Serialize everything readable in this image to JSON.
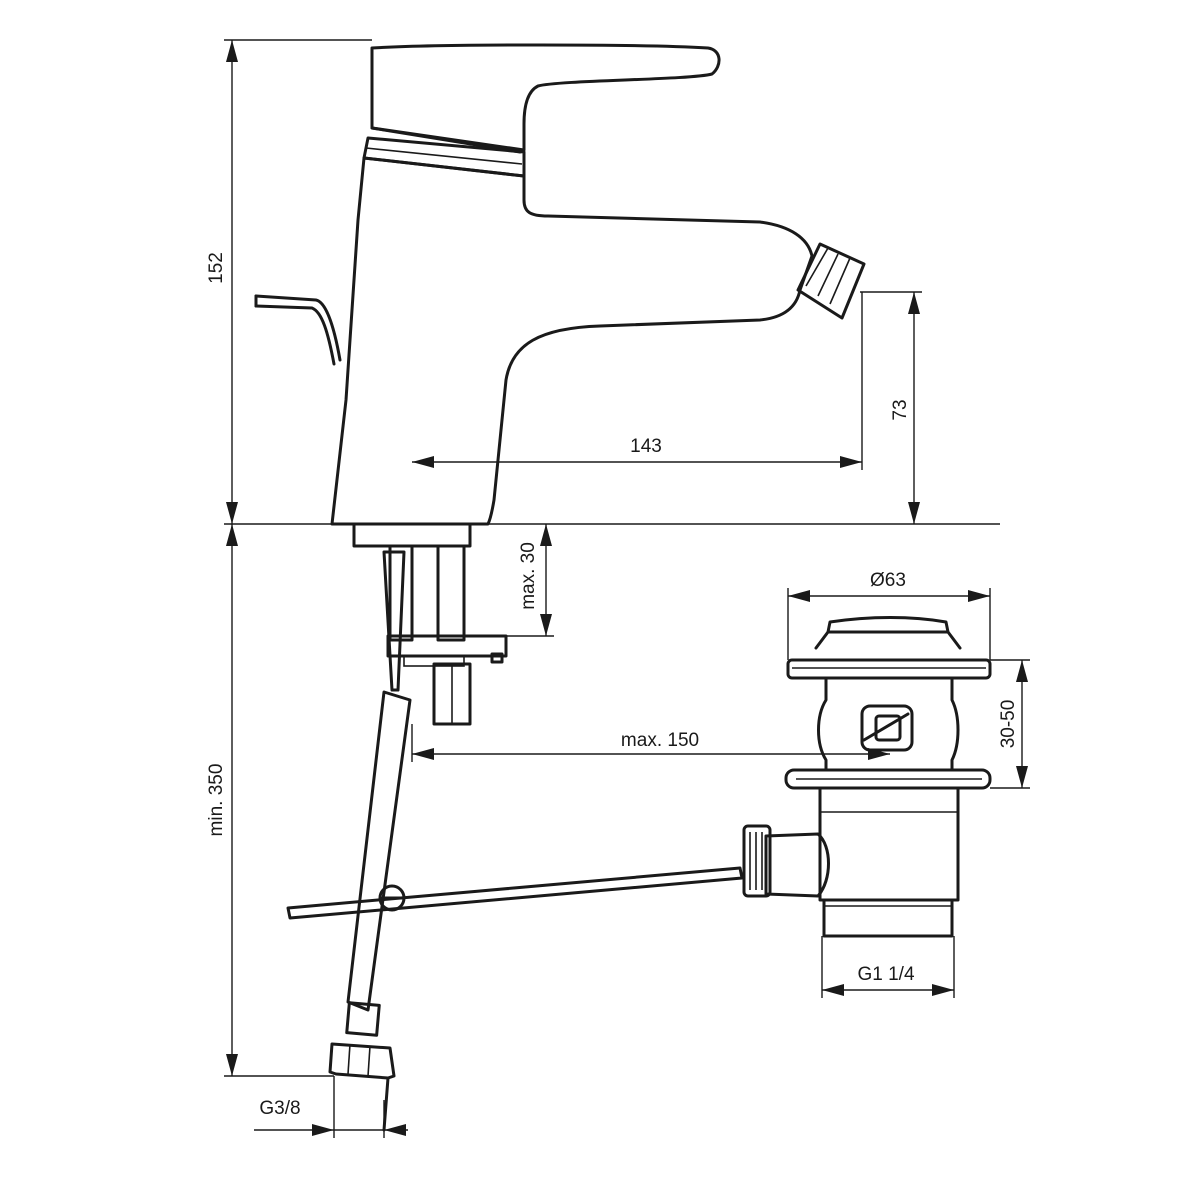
{
  "drawing": {
    "dimensions": {
      "height_total": "152",
      "outlet_height": "73",
      "spout_reach": "143",
      "deck_thickness": "max. 30",
      "below_deck": "min. 350",
      "rod_length": "max. 150",
      "waste_diameter": "Ø63",
      "waste_adjust": "30-50",
      "waste_thread": "G1 1/4",
      "hose_thread": "G3/8"
    },
    "colors": {
      "line": "#1a1a1a",
      "background": "#ffffff"
    }
  }
}
